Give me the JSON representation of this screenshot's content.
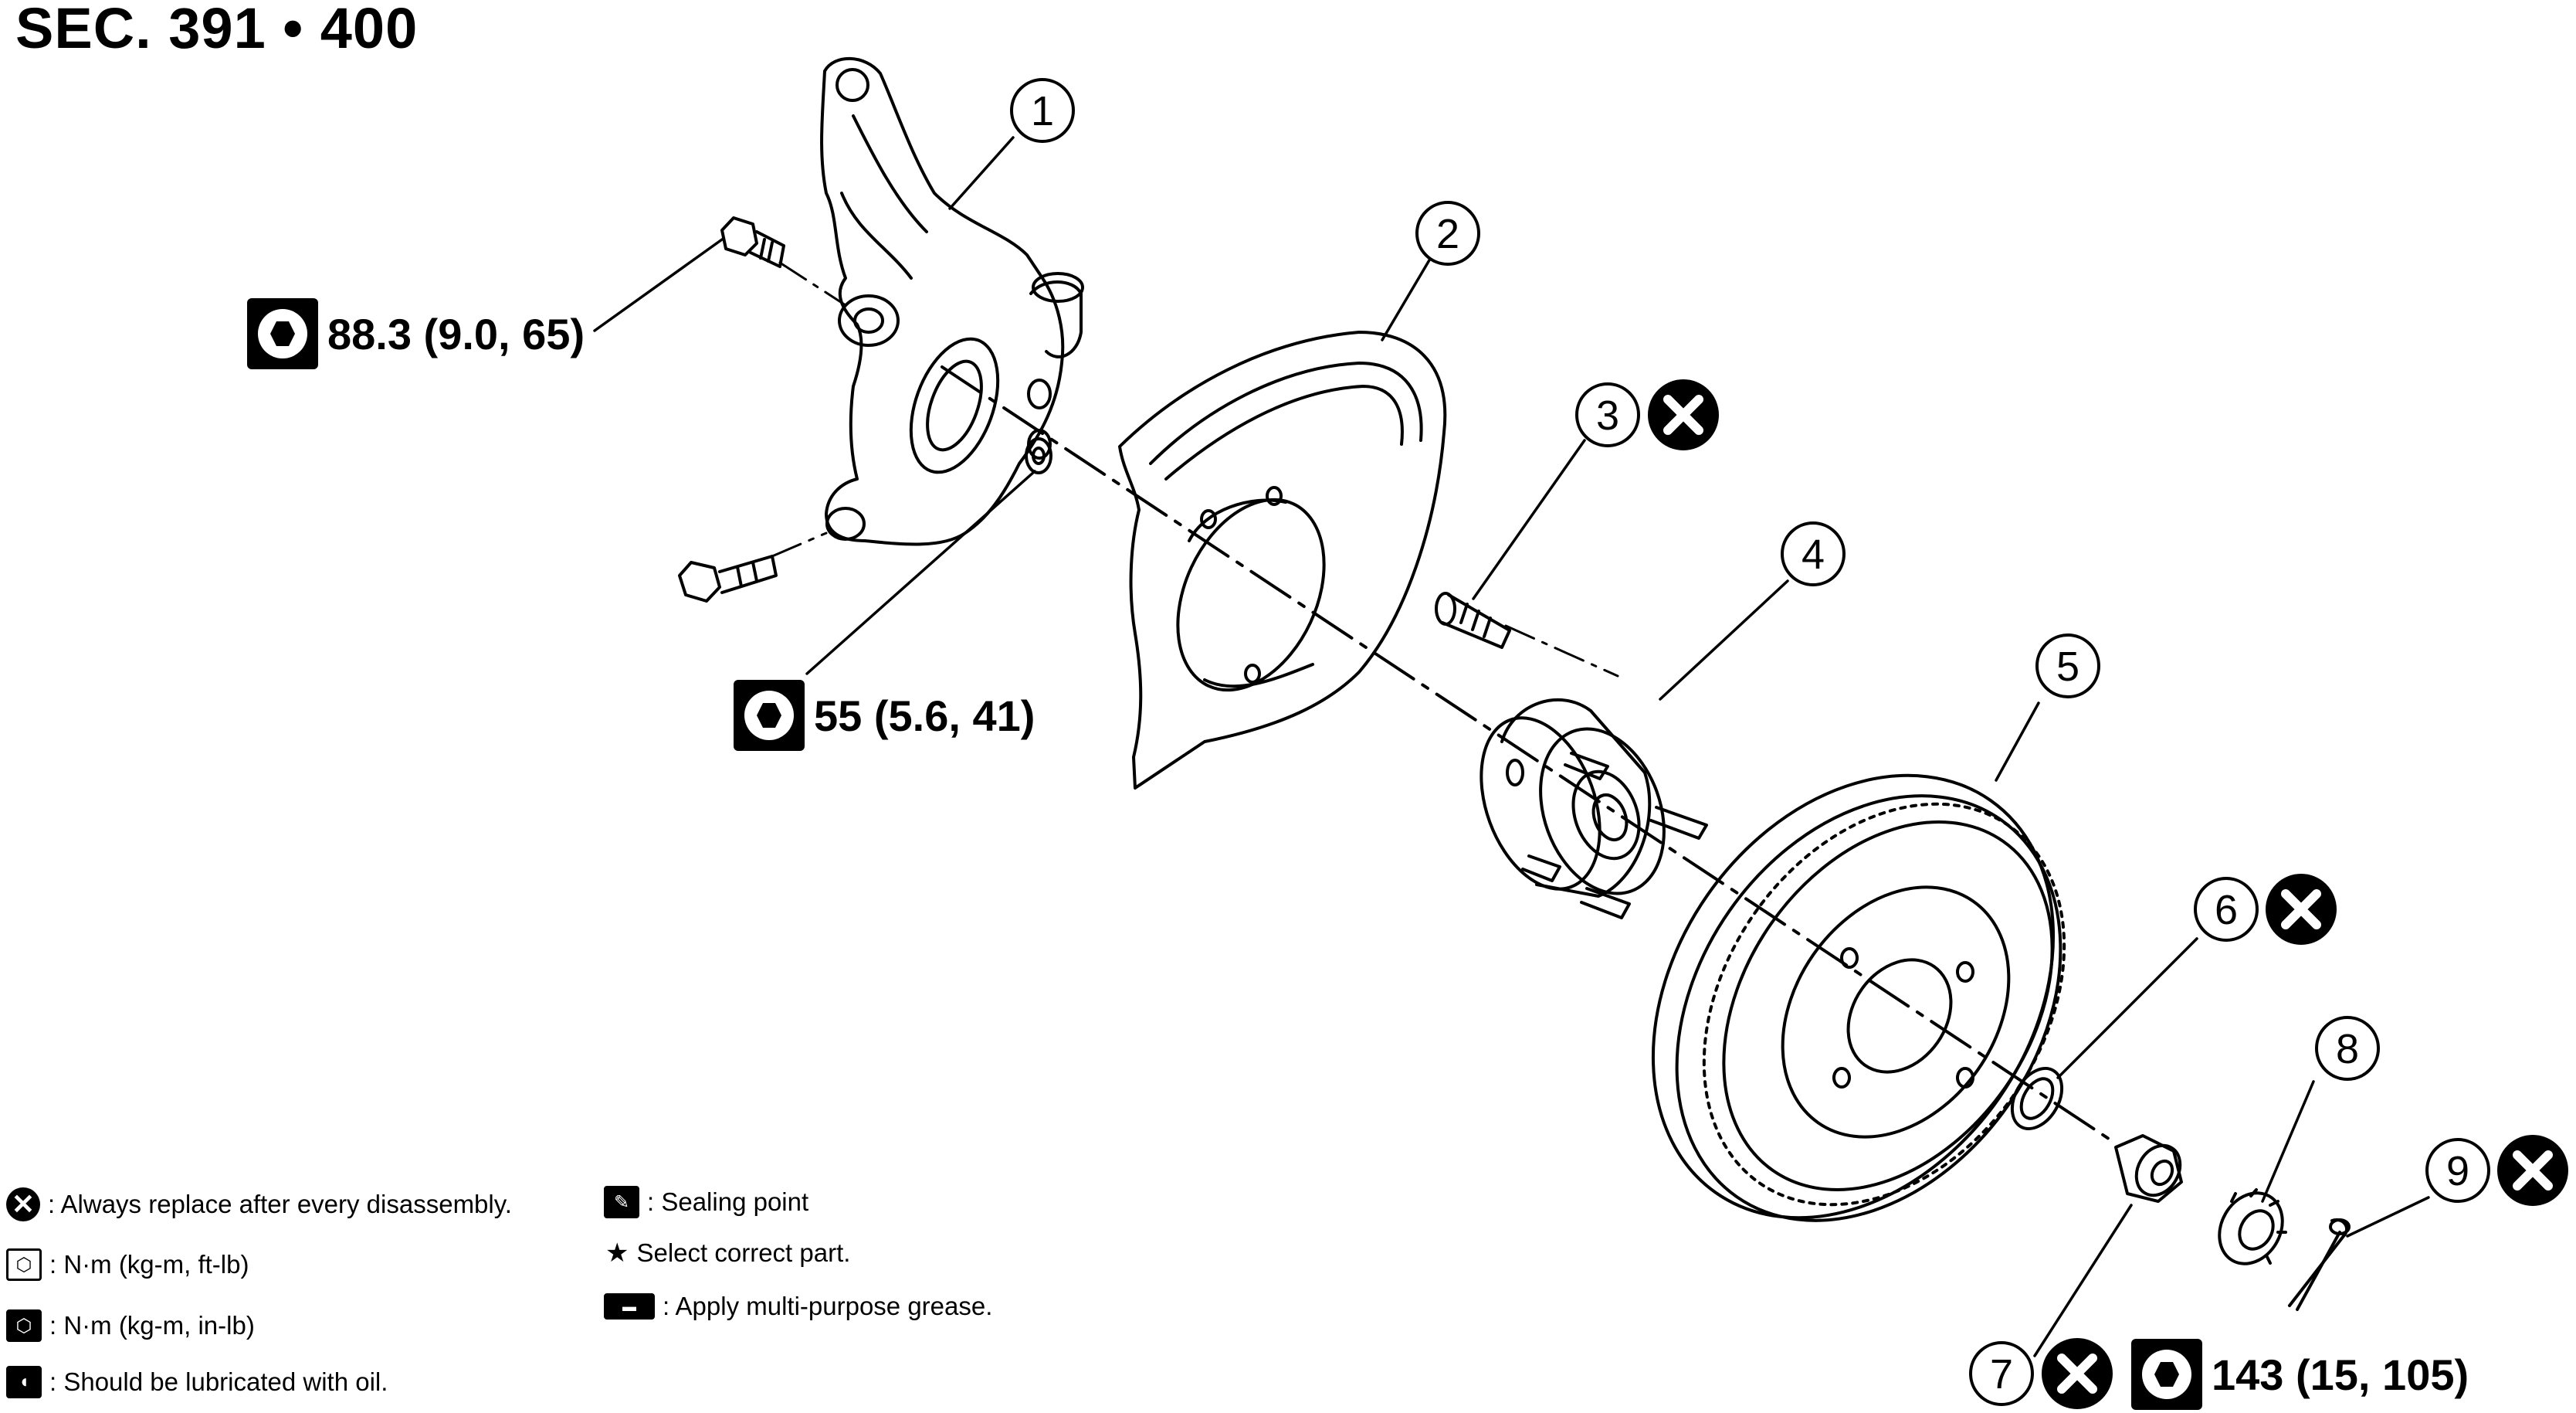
{
  "title": "SEC. 391 • 400",
  "callouts": [
    "1",
    "2",
    "3",
    "4",
    "5",
    "6",
    "7",
    "8",
    "9"
  ],
  "torque_specs": {
    "knuckle_bolt": "88.3 (9.0, 65)",
    "plate_bolt": "55 (5.6, 41)",
    "hub_nut": "143 (15, 105)"
  },
  "legend": {
    "replace": ": Always replace after every disassembly.",
    "torque_ftlb": ": N·m (kg-m, ft-lb)",
    "torque_inlb": ": N·m (kg-m, in-lb)",
    "oil": ": Should be lubricated with oil.",
    "sealing": ": Sealing point",
    "select": "Select correct part.",
    "grease": ": Apply multi-purpose grease."
  },
  "icons": {
    "replace": "x-circle-icon",
    "torque": "wrench-icon",
    "star": "★"
  },
  "colors": {
    "ink": "#000000",
    "paper": "#ffffff"
  }
}
